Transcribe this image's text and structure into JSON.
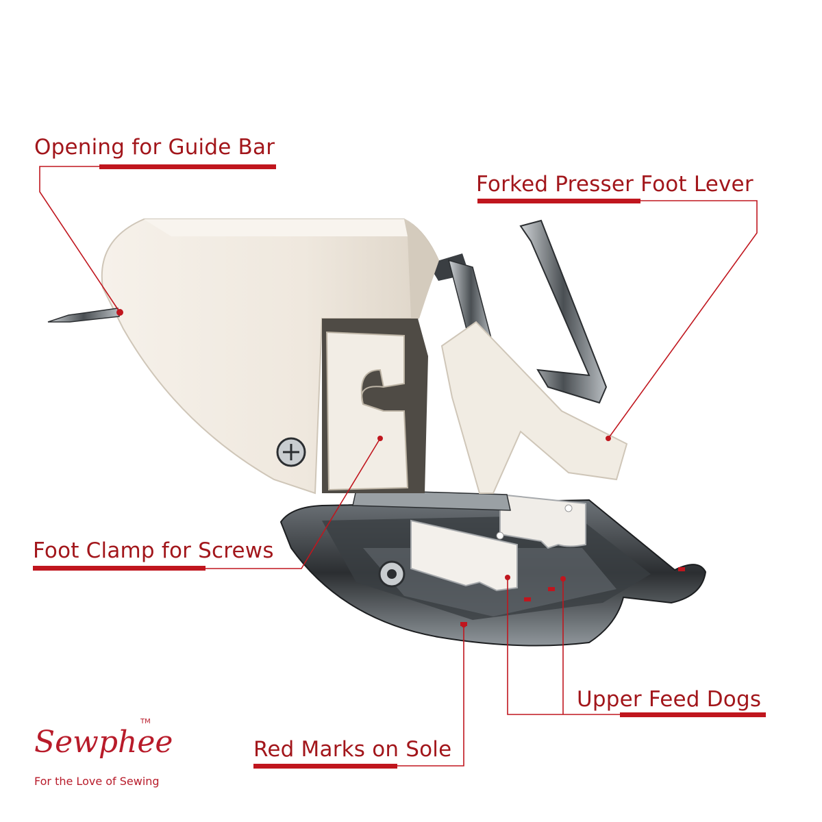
{
  "labels": {
    "guide_bar": "Opening for Guide Bar",
    "lever": "Forked Presser Foot Lever",
    "clamp": "Foot Clamp for Screws",
    "feed_dogs": "Upper Feed Dogs",
    "red_marks": "Red Marks on Sole"
  },
  "brand": {
    "name": "Sewphee",
    "trademark": "TM",
    "tagline": "For the Love of Sewing"
  },
  "colors": {
    "accent": "#a2161b",
    "rule": "#c0161e",
    "body": "#f1ebe1",
    "metal": "#2d3034"
  }
}
